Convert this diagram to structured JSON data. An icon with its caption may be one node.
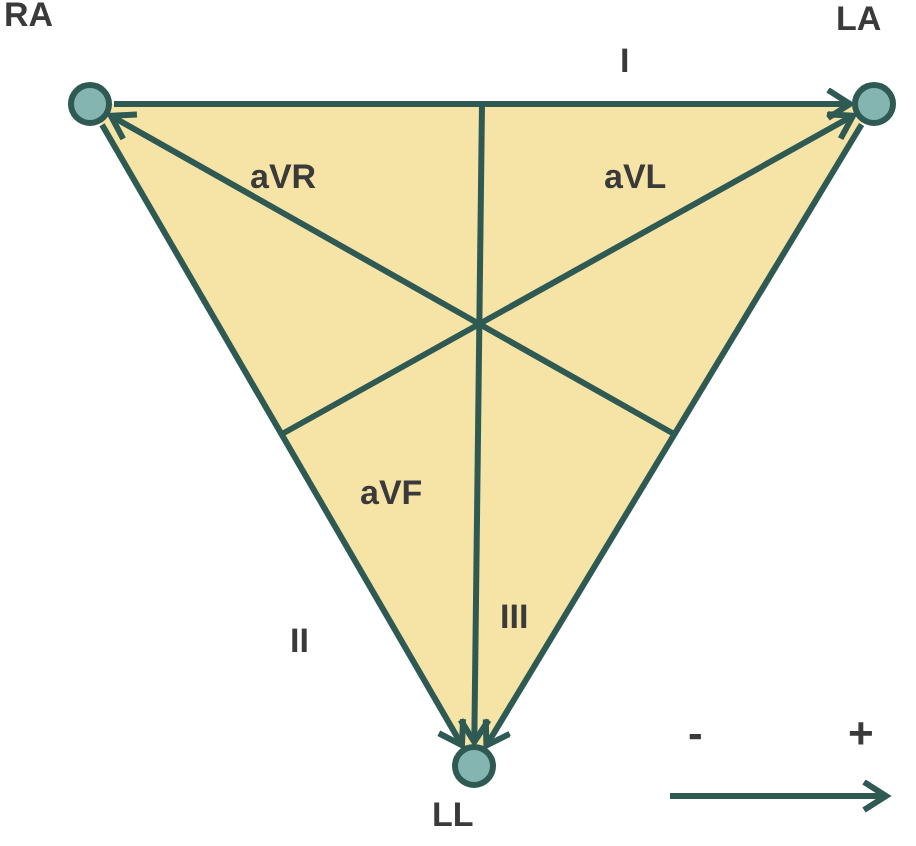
{
  "diagram": {
    "nodes": [
      {
        "text": [],
        "shape": "circle",
        "beside": [
          "RA"
        ]
      },
      {
        "text": [],
        "shape": "circle",
        "beside": [
          "LA"
        ]
      },
      {
        "text": [],
        "shape": "circle",
        "beside": [
          "LL"
        ]
      }
    ],
    "edges": [
      {
        "from": 0,
        "to": 1,
        "arrow": "to",
        "label": "I"
      },
      {
        "from": 0,
        "to": 2,
        "arrow": "to",
        "label": "II"
      },
      {
        "from": 1,
        "to": 2,
        "arrow": "to",
        "label": "III"
      },
      {
        "from": null,
        "to": 0,
        "arrow": "to",
        "label": "aVR"
      },
      {
        "from": null,
        "to": 1,
        "arrow": "to",
        "label": "aVL"
      },
      {
        "from": null,
        "to": 2,
        "arrow": "to",
        "label": "aVF"
      }
    ],
    "labels": [
      "-",
      "+"
    ]
  }
}
